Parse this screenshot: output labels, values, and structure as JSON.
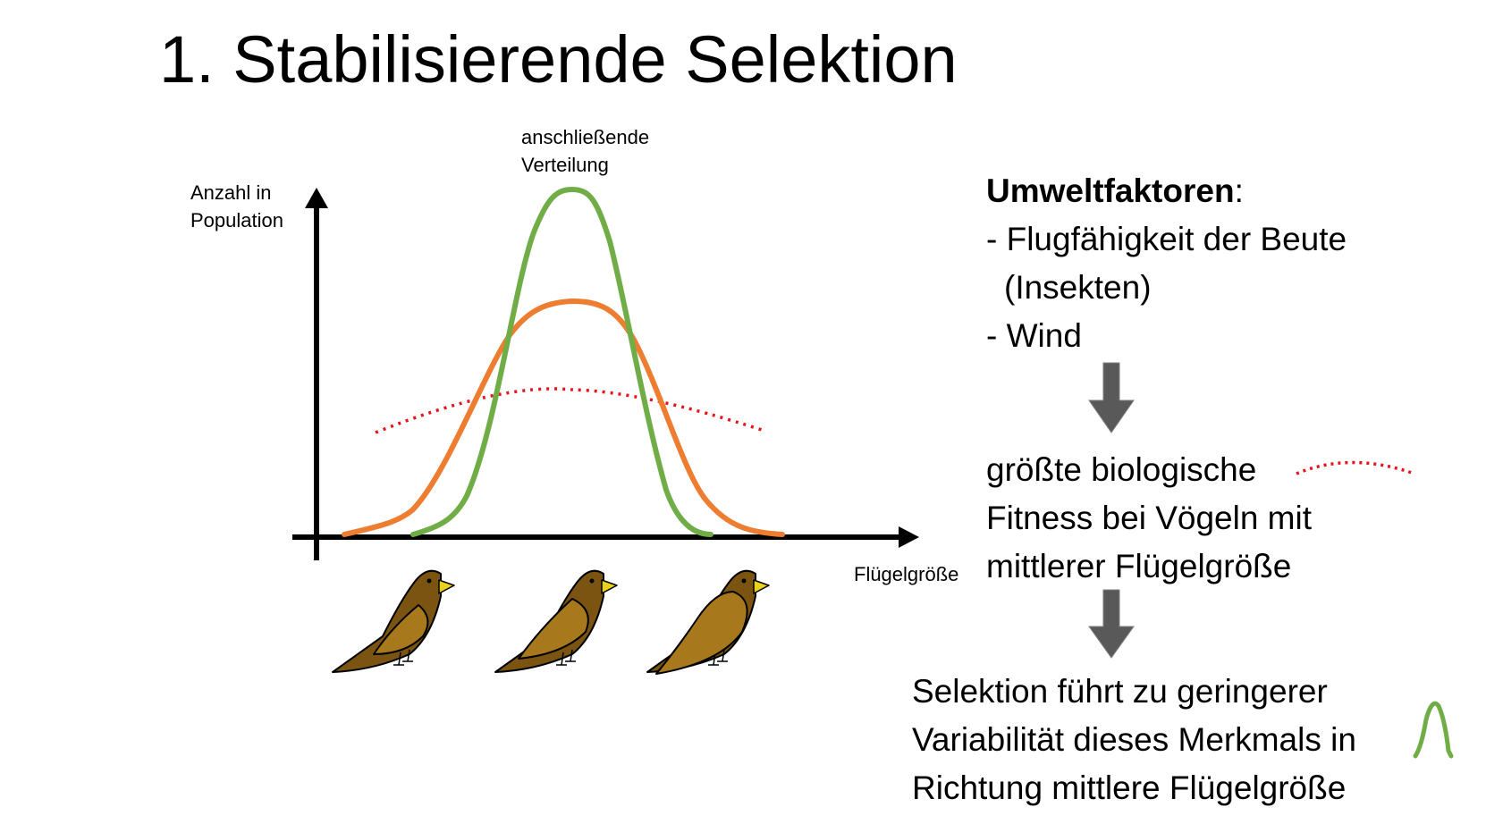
{
  "title": "1. Stabilisierende Selektion",
  "diagram": {
    "y_axis_label_line1": "Anzahl in",
    "y_axis_label_line2": "Population",
    "x_axis_label": "Flügelgröße",
    "final_distribution_label_line1": "anschließende",
    "final_distribution_label_line2": "Verteilung",
    "colors": {
      "fitness_curve": "#e8141b",
      "initial_distribution": "#ed7d31",
      "final_distribution": "#70ad47",
      "bird_body": "#7a5410",
      "bird_wing": "#a8791c",
      "bird_beak": "#e8d21a",
      "arrow": "#595959"
    },
    "birds": [
      "small-wing-bird",
      "medium-wing-bird",
      "large-wing-bird"
    ]
  },
  "explanation": {
    "factors_heading": "Umweltfaktoren",
    "factors_colon": ":",
    "factor_1_line1": "- Flugfähigkeit der Beute",
    "factor_1_line2": "(Insekten)",
    "factor_2": "- Wind",
    "fitness_line1": "größte biologische",
    "fitness_line2": "Fitness bei Vögeln mit",
    "fitness_line3": "mittlerer Flügelgröße",
    "result_line1": "Selektion führt zu geringerer",
    "result_line2": "Variabilität dieses Merkmals in",
    "result_line3": "Richtung mittlere Flügelgröße"
  }
}
